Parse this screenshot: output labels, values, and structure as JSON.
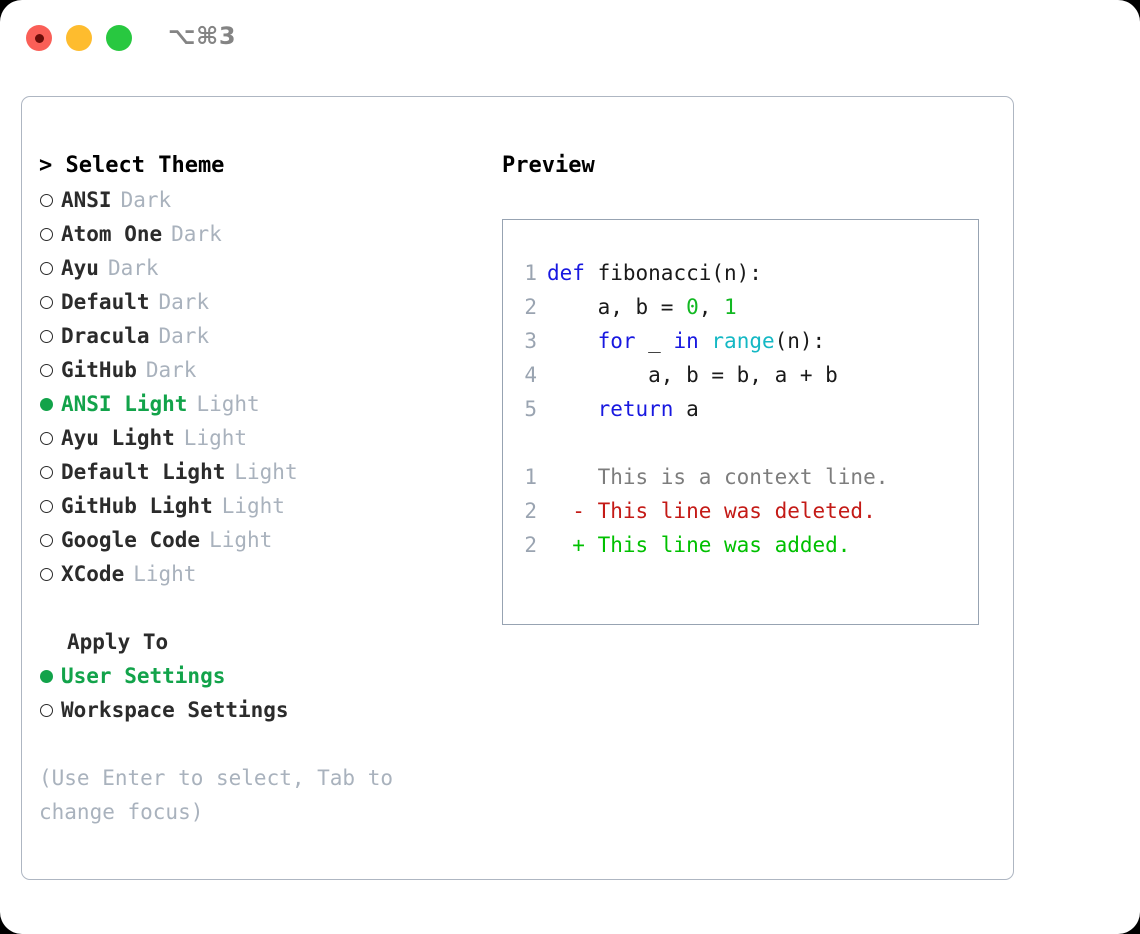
{
  "titlebar": {
    "lights": [
      {
        "name": "close",
        "color": "#fa5f57"
      },
      {
        "name": "minimize",
        "color": "#febc2e"
      },
      {
        "name": "zoom",
        "color": "#28c840"
      }
    ],
    "shortcut": "⌥⌘3"
  },
  "theme_selector": {
    "heading": "> Select Theme",
    "options": [
      {
        "label": "ANSI",
        "variant": "Dark",
        "selected": false
      },
      {
        "label": "Atom One",
        "variant": "Dark",
        "selected": false
      },
      {
        "label": "Ayu",
        "variant": "Dark",
        "selected": false
      },
      {
        "label": "Default",
        "variant": "Dark",
        "selected": false
      },
      {
        "label": "Dracula",
        "variant": "Dark",
        "selected": false
      },
      {
        "label": "GitHub",
        "variant": "Dark",
        "selected": false
      },
      {
        "label": "ANSI Light",
        "variant": "Light",
        "selected": true
      },
      {
        "label": "Ayu Light",
        "variant": "Light",
        "selected": false
      },
      {
        "label": "Default Light",
        "variant": "Light",
        "selected": false
      },
      {
        "label": "GitHub Light",
        "variant": "Light",
        "selected": false
      },
      {
        "label": "Google Code",
        "variant": "Light",
        "selected": false
      },
      {
        "label": "XCode",
        "variant": "Light",
        "selected": false
      }
    ]
  },
  "apply_to": {
    "heading": "Apply To",
    "options": [
      {
        "label": "User Settings",
        "selected": true
      },
      {
        "label": "Workspace Settings",
        "selected": false
      }
    ]
  },
  "hint": "(Use Enter to select, Tab to change focus)",
  "preview": {
    "title": "Preview",
    "code_lines": [
      {
        "no": "1",
        "tokens": [
          {
            "t": "def",
            "c": "kw"
          },
          {
            "t": " fibonacci(n):",
            "c": "plain"
          }
        ]
      },
      {
        "no": "2",
        "tokens": [
          {
            "t": "    a, b = ",
            "c": "plain"
          },
          {
            "t": "0",
            "c": "num"
          },
          {
            "t": ", ",
            "c": "plain"
          },
          {
            "t": "1",
            "c": "num"
          }
        ]
      },
      {
        "no": "3",
        "tokens": [
          {
            "t": "    ",
            "c": "plain"
          },
          {
            "t": "for",
            "c": "kw"
          },
          {
            "t": " _ ",
            "c": "plain"
          },
          {
            "t": "in",
            "c": "kw"
          },
          {
            "t": " ",
            "c": "plain"
          },
          {
            "t": "range",
            "c": "fn"
          },
          {
            "t": "(n):",
            "c": "plain"
          }
        ]
      },
      {
        "no": "4",
        "tokens": [
          {
            "t": "        a, b = b, a + b",
            "c": "plain"
          }
        ]
      },
      {
        "no": "5",
        "tokens": [
          {
            "t": "    ",
            "c": "plain"
          },
          {
            "t": "return",
            "c": "kw"
          },
          {
            "t": " a",
            "c": "plain"
          }
        ]
      }
    ],
    "diff_lines": [
      {
        "no": "1",
        "marker": "  ",
        "text": "This is a context line.",
        "kind": "ctx"
      },
      {
        "no": "2",
        "marker": "- ",
        "text": "This line was deleted.",
        "kind": "del"
      },
      {
        "no": "2",
        "marker": "+ ",
        "text": "This line was added.",
        "kind": "add"
      }
    ]
  },
  "colors": {
    "accent_green": "#12a34a",
    "muted": "#a9b2bd",
    "border": "#aeb6c2",
    "code_border": "#97a3b2",
    "keyword": "#1818e0",
    "function": "#14b8c4",
    "number": "#12b822",
    "diff_delete": "#c41a16",
    "diff_add": "#00c000"
  }
}
